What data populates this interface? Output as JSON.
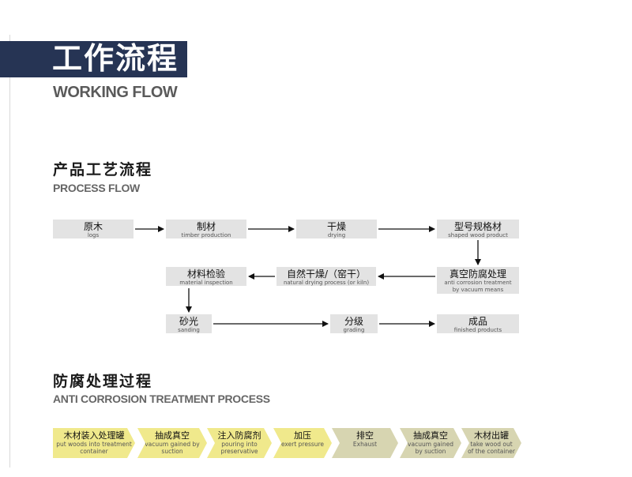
{
  "header": {
    "title_zh": "工作流程",
    "title_en": "WORKING FLOW"
  },
  "process_section": {
    "title_zh": "产品工艺流程",
    "title_en": "PROCESS FLOW"
  },
  "process_nodes": {
    "logs": {
      "zh": "原木",
      "en": "logs"
    },
    "timber": {
      "zh": "制材",
      "en": "timber production"
    },
    "drying": {
      "zh": "干燥",
      "en": "drying"
    },
    "shaped": {
      "zh": "型号规格材",
      "en": "shaped wood product"
    },
    "vacuum": {
      "zh": "真空防腐处理",
      "en1": "anti corrosion treatment",
      "en2": "by vacuum means"
    },
    "natural": {
      "zh": "自然干燥/（窑干）",
      "en": "natural drying process (or kiln)"
    },
    "inspection": {
      "zh": "材料检验",
      "en": "material inspection"
    },
    "sanding": {
      "zh": "砂光",
      "en": "sanding"
    },
    "grading": {
      "zh": "分级",
      "en": "grading"
    },
    "finished": {
      "zh": "成品",
      "en": "finished products"
    }
  },
  "treatment_section": {
    "title_zh": "防腐处理过程",
    "title_en": "ANTI CORROSION TREATMENT PROCESS"
  },
  "treatment_steps": [
    {
      "zh": "木材装入处理罐",
      "en1": "put woods into treatment",
      "en2": "container"
    },
    {
      "zh": "抽成真空",
      "en1": "vacuum gained by",
      "en2": "suction"
    },
    {
      "zh": "注入防腐剂",
      "en1": "pouring into",
      "en2": "preservative"
    },
    {
      "zh": "加压",
      "en1": "exert pressure",
      "en2": ""
    },
    {
      "zh": "排空",
      "en1": "Exhaust",
      "en2": ""
    },
    {
      "zh": "抽成真空",
      "en1": "vacuum gained",
      "en2": "by suction"
    },
    {
      "zh": "木材出罐",
      "en1": "take wood out",
      "en2": "of the container"
    }
  ],
  "colors": {
    "title_band": "#263454",
    "node_fill": "#e3e3e3",
    "step_yellow": "#f0e98c",
    "step_khaki": "#d7d5b1"
  }
}
